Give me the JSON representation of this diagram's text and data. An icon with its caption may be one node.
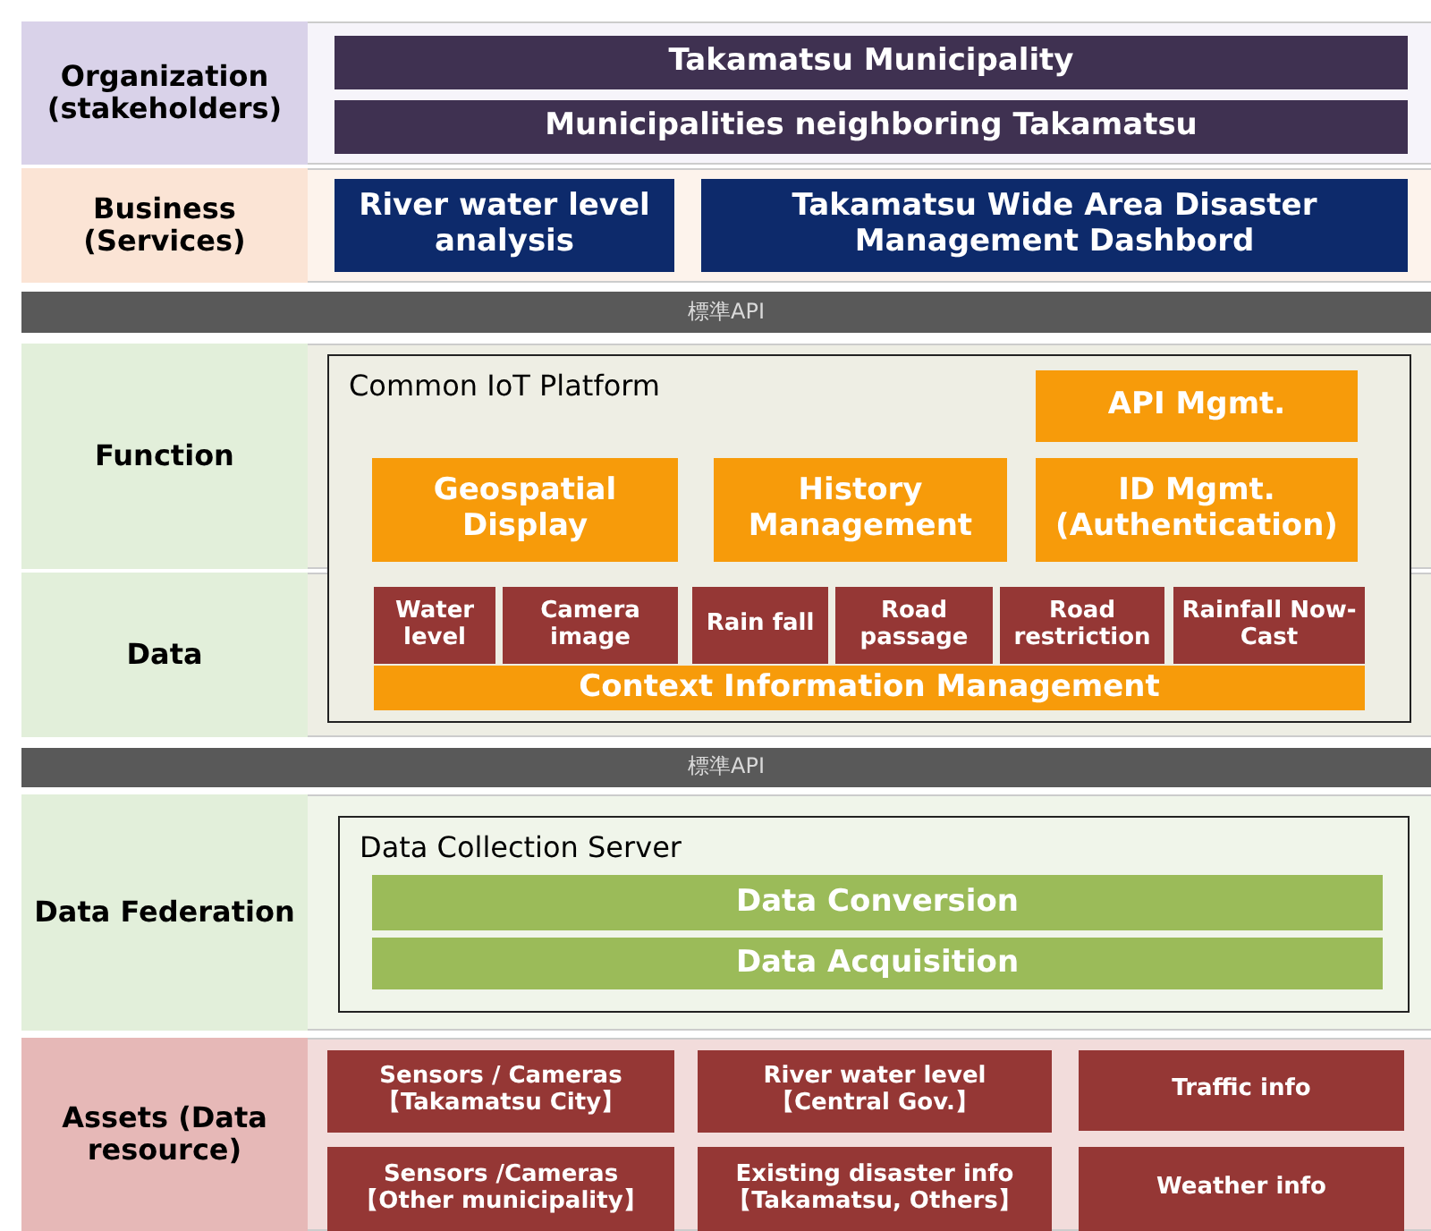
{
  "diagram": {
    "nodes": [
      {
        "text": [
          "Organization (stakeholders)"
        ]
      },
      {
        "text": [
          "Takamatsu Municipality"
        ]
      },
      {
        "text": [
          "Municipalities neighboring Takamatsu"
        ]
      },
      {
        "text": [
          "Business (Services)"
        ]
      },
      {
        "text": [
          "River water level analysis"
        ]
      },
      {
        "text": [
          "Takamatsu Wide Area Disaster Management Dashbord"
        ]
      },
      {
        "text": [
          "標準API"
        ]
      },
      {
        "text": [
          "Function"
        ]
      },
      {
        "text": [
          "Common IoT Platform"
        ]
      },
      {
        "text": [
          "API Mgmt."
        ],
        "in": 8
      },
      {
        "text": [
          "Geospatial Display"
        ],
        "in": 8
      },
      {
        "text": [
          "History Management"
        ],
        "in": 8
      },
      {
        "text": [
          "ID Mgmt. (Authentication)"
        ],
        "in": 8
      },
      {
        "text": [
          "Data"
        ]
      },
      {
        "text": [
          "Water level"
        ],
        "in": 8
      },
      {
        "text": [
          "Camera image"
        ],
        "in": 8
      },
      {
        "text": [
          "Rain fall"
        ],
        "in": 8
      },
      {
        "text": [
          "Road passage"
        ],
        "in": 8
      },
      {
        "text": [
          "Road restriction"
        ],
        "in": 8
      },
      {
        "text": [
          "Rainfall Now-Cast"
        ],
        "in": 8
      },
      {
        "text": [
          "Context Information Management"
        ],
        "in": 8
      },
      {
        "text": [
          "標準API"
        ]
      },
      {
        "text": [
          "Data Federation"
        ]
      },
      {
        "text": [
          "Data Collection Server"
        ]
      },
      {
        "text": [
          "Data Conversion"
        ],
        "in": 23
      },
      {
        "text": [
          "Data Acquisition"
        ],
        "in": 23
      },
      {
        "text": [
          "Assets (Data resource)"
        ]
      },
      {
        "text": [
          "Sensors / Cameras 【Takamatsu City】"
        ]
      },
      {
        "text": [
          "River water level 【Central Gov.】"
        ]
      },
      {
        "text": [
          "Traffic info"
        ]
      },
      {
        "text": [
          "Sensors /Cameras 【Other municipality】"
        ]
      },
      {
        "text": [
          "Existing disaster info 【Takamatsu, Others】"
        ]
      },
      {
        "text": [
          "Weather info"
        ]
      }
    ]
  }
}
